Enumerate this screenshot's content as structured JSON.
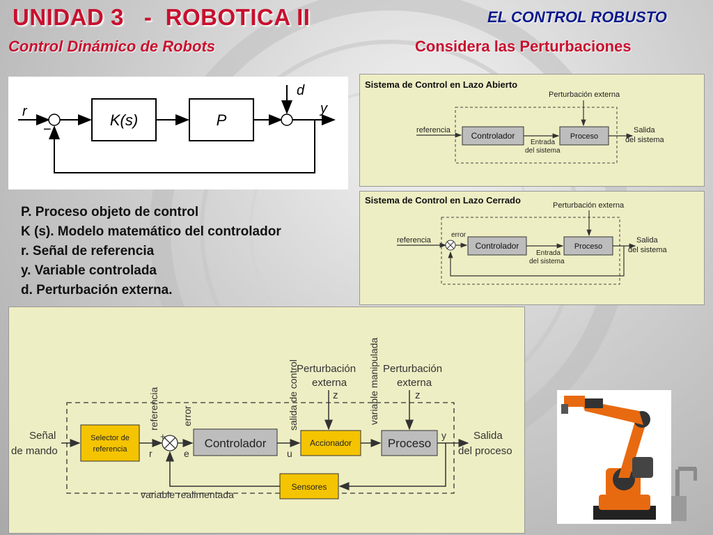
{
  "header": {
    "title": "UNIDAD 3   -  ROBOTICA II",
    "section": "EL CONTROL ROBUSTO",
    "subtitle": "Control Dinámico de Robots",
    "topic": "Considera las Perturbaciones"
  },
  "block_diagram": {
    "r": "r",
    "d": "d",
    "y": "y",
    "minus": "−",
    "controller": "K(s)",
    "plant": "P"
  },
  "legend": [
    "P. Proceso objeto de control",
    "K (s). Modelo matemático del controlador",
    "r. Señal de referencia",
    "y. Variable controlada",
    "d. Perturbación externa."
  ],
  "open_loop": {
    "title": "Sistema de Control en Lazo Abierto",
    "disturbance": "Perturbación externa",
    "reference": "referencia",
    "controller": "Controlador",
    "process": "Proceso",
    "input_line1": "Entrada",
    "input_line2": "del sistema",
    "output_line1": "Salida",
    "output_line2": "del sistema"
  },
  "closed_loop": {
    "title": "Sistema de Control en Lazo Cerrado",
    "disturbance": "Perturbación externa",
    "reference": "referencia",
    "error": "error",
    "controller": "Controlador",
    "process": "Proceso",
    "input_line1": "Entrada",
    "input_line2": "del sistema",
    "output_line1": "Salida",
    "output_line2": "del sistema"
  },
  "full_loop": {
    "command_line1": "Señal",
    "command_line2": "de mando",
    "selector_line1": "Selector de",
    "selector_line2": "referencia",
    "reference_label": "referencia",
    "error_label": "error",
    "r": "r",
    "e": "e",
    "plus": "+",
    "minus": "-",
    "controller": "Controlador",
    "control_output": "salida de control",
    "u": "u",
    "dist1_line1": "Perturbación",
    "dist1_line2": "externa",
    "z1": "z",
    "manipulated": "variable manipulada",
    "actuator": "Accionador",
    "dist2_line1": "Perturbación",
    "dist2_line2": "externa",
    "z2": "z",
    "process": "Proceso",
    "y": "y",
    "output_line1": "Salida",
    "output_line2": "del proceso",
    "sensors": "Sensores",
    "feedback": "variable realimentada"
  },
  "colors": {
    "title_red": "#c8102e",
    "title_blue": "#0c1a8c",
    "panel_bg": "#eeeec4",
    "block_gray": "#bdbdbd",
    "block_orange": "#f5c400",
    "robot_orange": "#e86a10"
  }
}
